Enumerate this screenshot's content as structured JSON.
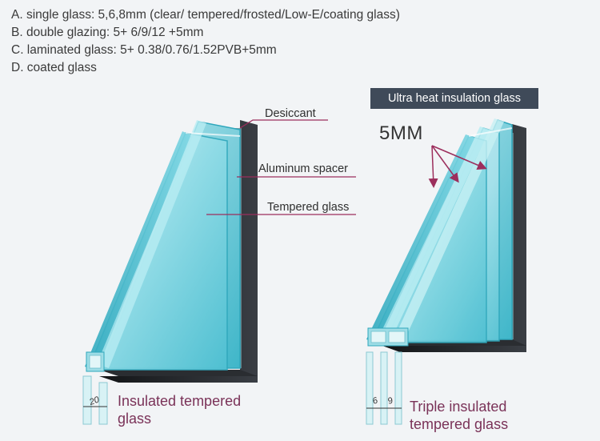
{
  "specs": [
    "A. single glass: 5,6,8mm (clear/ tempered/frosted/Low-E/coating glass)",
    "B. double glazing: 5+ 6/9/12 +5mm",
    "C. laminated glass: 5+ 0.38/0.76/1.52PVB+5mm",
    "D. coated glass"
  ],
  "left_unit": {
    "callouts": {
      "desiccant": "Desiccant",
      "aluminum_spacer": "Aluminum spacer",
      "tempered_glass": "Tempered glass"
    },
    "dimension": "20",
    "caption_line1": "Insulated tempered",
    "caption_line2": "glass"
  },
  "right_unit": {
    "badge": "Ultra heat insulation glass",
    "thickness_label": "5MM",
    "dimension_a": "6",
    "dimension_b": "9",
    "caption_line1": "Triple insulated",
    "caption_line2": "tempered glass"
  },
  "colors": {
    "glass_light": "#c8eef3",
    "glass_mid": "#7fd6e3",
    "glass_edge": "#35b3c6",
    "frame": "#1f2226",
    "callout_line": "#9c2e5c",
    "badge_bg": "#3f4a59",
    "caption": "#7a3258"
  }
}
